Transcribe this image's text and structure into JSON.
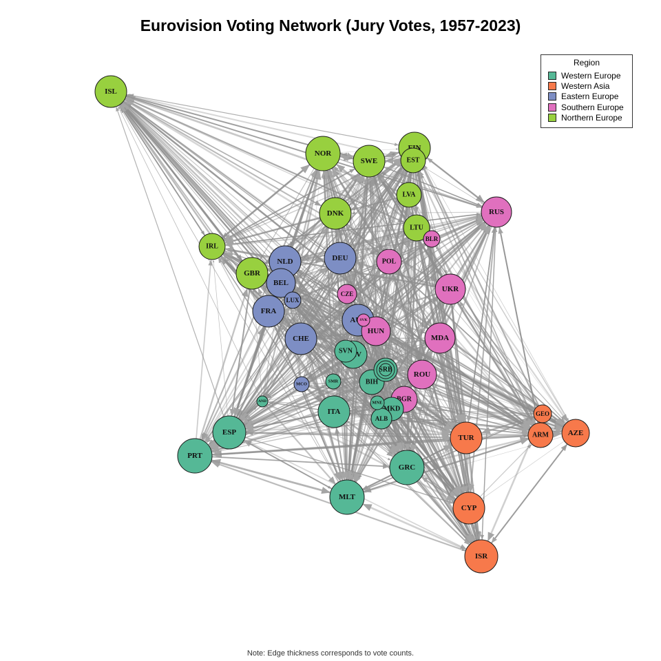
{
  "title": "Eurovision Voting Network (Jury Votes, 1957-2023)",
  "note": "Note: Edge thickness corresponds to vote counts.",
  "legend": {
    "title": "Region",
    "items": [
      {
        "label": "Western Europe",
        "color": "#55B896"
      },
      {
        "label": "Western Asia",
        "color": "#F7794B"
      },
      {
        "label": "Eastern Europe",
        "color": "#7D8EC4"
      },
      {
        "label": "Southern Europe",
        "color": "#E070BE"
      },
      {
        "label": "Northern Europe",
        "color": "#98D03F"
      }
    ]
  },
  "colors": {
    "edge": "#8f8f8f",
    "node_border": "#1a1a1a"
  },
  "nodes": [
    {
      "id": "ISL",
      "region": "Northern Europe"
    },
    {
      "id": "NOR",
      "region": "Northern Europe"
    },
    {
      "id": "SWE",
      "region": "Northern Europe"
    },
    {
      "id": "FIN",
      "region": "Northern Europe"
    },
    {
      "id": "EST",
      "region": "Northern Europe"
    },
    {
      "id": "LVA",
      "region": "Northern Europe"
    },
    {
      "id": "DNK",
      "region": "Northern Europe"
    },
    {
      "id": "LTU",
      "region": "Northern Europe"
    },
    {
      "id": "IRL",
      "region": "Northern Europe"
    },
    {
      "id": "GBR",
      "region": "Northern Europe"
    },
    {
      "id": "RUS",
      "region": "Southern Europe"
    },
    {
      "id": "BLR",
      "region": "Southern Europe"
    },
    {
      "id": "POL",
      "region": "Southern Europe"
    },
    {
      "id": "CZE",
      "region": "Southern Europe"
    },
    {
      "id": "UKR",
      "region": "Southern Europe"
    },
    {
      "id": "HUN",
      "region": "Southern Europe"
    },
    {
      "id": "SVK",
      "region": "Southern Europe"
    },
    {
      "id": "MDA",
      "region": "Southern Europe"
    },
    {
      "id": "ROU",
      "region": "Southern Europe"
    },
    {
      "id": "BGR",
      "region": "Southern Europe"
    },
    {
      "id": "NLD",
      "region": "Eastern Europe"
    },
    {
      "id": "BEL",
      "region": "Eastern Europe"
    },
    {
      "id": "DEU",
      "region": "Eastern Europe"
    },
    {
      "id": "LUX",
      "region": "Eastern Europe"
    },
    {
      "id": "FRA",
      "region": "Eastern Europe"
    },
    {
      "id": "AUT",
      "region": "Eastern Europe"
    },
    {
      "id": "CHE",
      "region": "Eastern Europe"
    },
    {
      "id": "MCO",
      "region": "Eastern Europe"
    },
    {
      "id": "SVN",
      "region": "Western Europe"
    },
    {
      "id": "HRV",
      "region": "Western Europe"
    },
    {
      "id": "SRB",
      "region": "Western Europe"
    },
    {
      "id": "SMR",
      "region": "Western Europe"
    },
    {
      "id": "BIH",
      "region": "Western Europe"
    },
    {
      "id": "AND",
      "region": "Western Europe"
    },
    {
      "id": "MNE",
      "region": "Western Europe"
    },
    {
      "id": "MKD",
      "region": "Western Europe"
    },
    {
      "id": "ITA",
      "region": "Western Europe"
    },
    {
      "id": "ALB",
      "region": "Western Europe"
    },
    {
      "id": "ESP",
      "region": "Western Europe"
    },
    {
      "id": "PRT",
      "region": "Western Europe"
    },
    {
      "id": "GRC",
      "region": "Western Europe"
    },
    {
      "id": "MLT",
      "region": "Western Europe"
    },
    {
      "id": "TUR",
      "region": "Western Asia"
    },
    {
      "id": "GEO",
      "region": "Western Asia"
    },
    {
      "id": "ARM",
      "region": "Western Asia"
    },
    {
      "id": "AZE",
      "region": "Western Asia"
    },
    {
      "id": "CYP",
      "region": "Western Asia"
    },
    {
      "id": "ISR",
      "region": "Western Asia"
    }
  ]
}
